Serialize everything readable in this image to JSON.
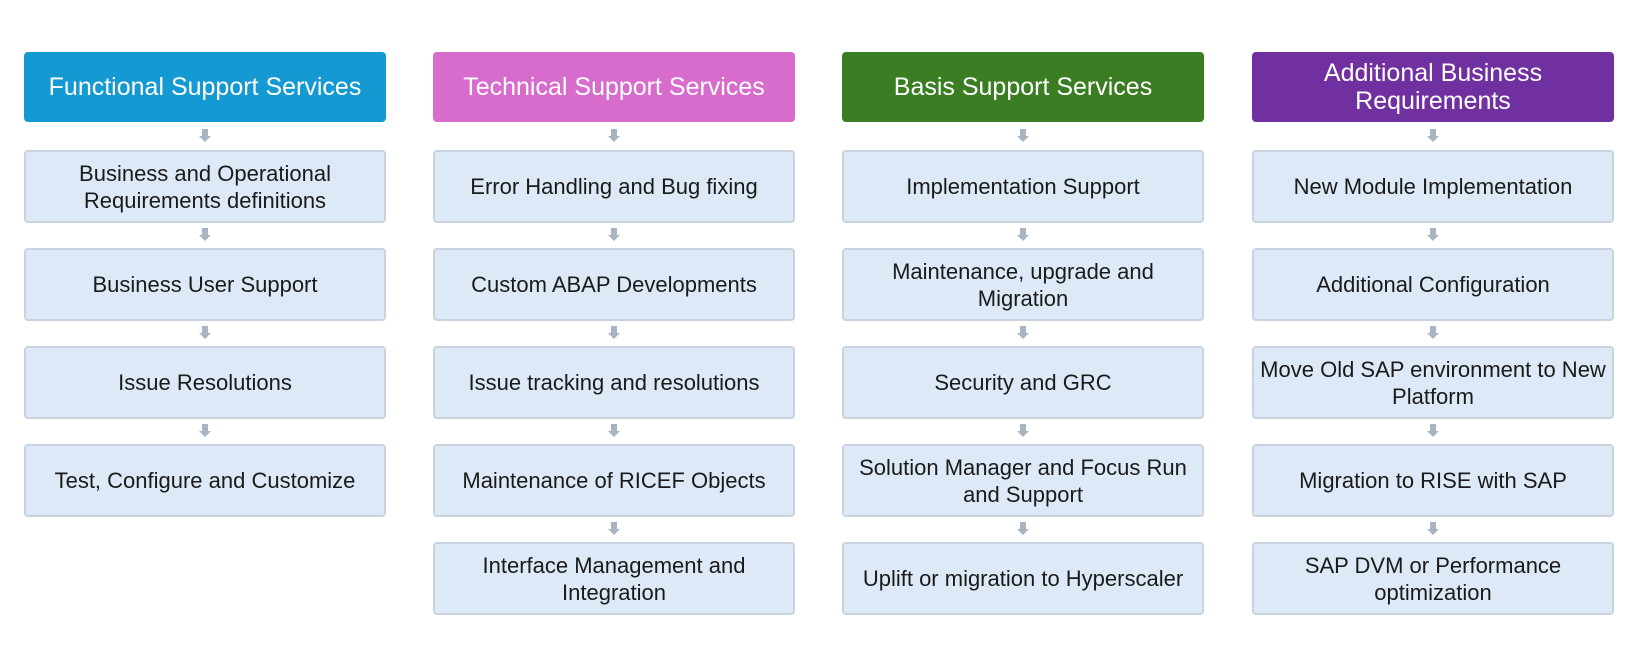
{
  "columns": [
    {
      "title": "Functional Support Services",
      "color": "#1499d3",
      "items": [
        "Business and Operational Requirements definitions",
        "Business User Support",
        "Issue Resolutions",
        "Test, Configure and Customize"
      ]
    },
    {
      "title": "Technical Support Services",
      "color": "#d86ccc",
      "items": [
        "Error Handling and Bug fixing",
        "Custom ABAP Developments",
        "Issue tracking and resolutions",
        "Maintenance of RICEF Objects",
        "Interface Management and Integration"
      ]
    },
    {
      "title": "Basis Support Services",
      "color": "#3b7d23",
      "items": [
        "Implementation Support",
        "Maintenance, upgrade and Migration",
        "Security and GRC",
        "Solution Manager and Focus Run and Support",
        "Uplift or migration to Hyperscaler"
      ]
    },
    {
      "title": "Additional Business Requirements",
      "color": "#7030a0",
      "items": [
        "New Module Implementation",
        "Additional Configuration",
        "Move Old SAP environment to New Platform",
        "Migration to RISE with SAP",
        "SAP DVM or Performance optimization"
      ]
    }
  ],
  "arrow_color": "#a8b4c2"
}
